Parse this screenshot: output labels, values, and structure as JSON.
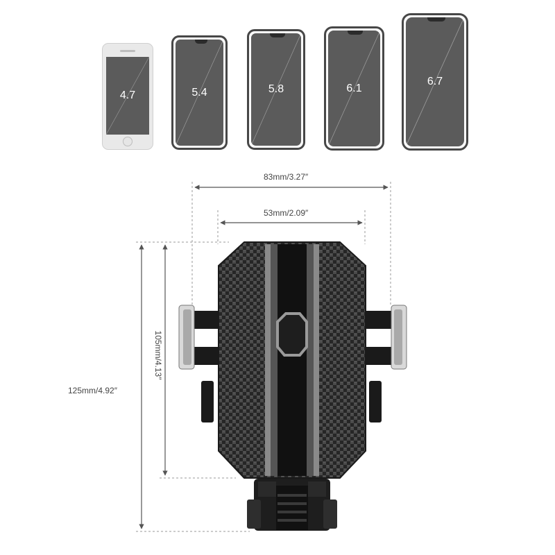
{
  "phones": [
    {
      "size": "4.7"
    },
    {
      "size": "5.4"
    },
    {
      "size": "5.8"
    },
    {
      "size": "6.1"
    },
    {
      "size": "6.7"
    }
  ],
  "dimensions": {
    "outer_width": "83mm/3.27″",
    "inner_width": "53mm/2.09″",
    "inner_height": "105mm/4.13″",
    "total_height": "125mm/4.92″"
  },
  "colors": {
    "phone_screen": "#5b5b5b",
    "holder_body": "#2a2a2a",
    "holder_stripe": "#8a8a8a"
  }
}
